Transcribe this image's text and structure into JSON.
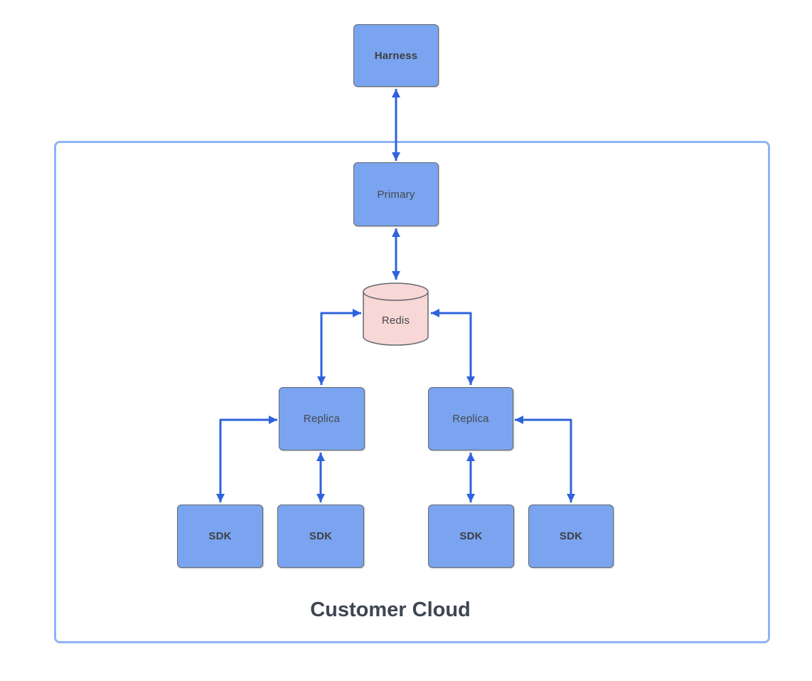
{
  "diagram": {
    "type": "architecture-flow",
    "container": {
      "label": "Customer Cloud"
    },
    "nodes": {
      "harness": {
        "label": "Harness",
        "shape": "rectangle",
        "emphasis": "bold"
      },
      "primary": {
        "label": "Primary",
        "shape": "rectangle",
        "emphasis": "regular"
      },
      "redis": {
        "label": "Redis",
        "shape": "database-cylinder",
        "emphasis": "regular"
      },
      "replica_left": {
        "label": "Replica",
        "shape": "rectangle",
        "emphasis": "regular"
      },
      "replica_right": {
        "label": "Replica",
        "shape": "rectangle",
        "emphasis": "regular"
      },
      "sdk_1": {
        "label": "SDK",
        "shape": "rectangle",
        "emphasis": "bold"
      },
      "sdk_2": {
        "label": "SDK",
        "shape": "rectangle",
        "emphasis": "bold"
      },
      "sdk_3": {
        "label": "SDK",
        "shape": "rectangle",
        "emphasis": "bold"
      },
      "sdk_4": {
        "label": "SDK",
        "shape": "rectangle",
        "emphasis": "bold"
      }
    },
    "edges": [
      {
        "from": "Harness",
        "to": "Primary",
        "direction": "bidirectional",
        "route": "straight-vertical"
      },
      {
        "from": "Primary",
        "to": "Redis",
        "direction": "bidirectional",
        "route": "straight-vertical"
      },
      {
        "from": "Redis",
        "to": "Replica (left)",
        "direction": "bidirectional",
        "route": "elbow"
      },
      {
        "from": "Redis",
        "to": "Replica (right)",
        "direction": "bidirectional",
        "route": "elbow"
      },
      {
        "from": "Replica (left)",
        "to": "SDK 1",
        "direction": "bidirectional",
        "route": "elbow"
      },
      {
        "from": "Replica (left)",
        "to": "SDK 2",
        "direction": "bidirectional",
        "route": "straight-vertical"
      },
      {
        "from": "Replica (right)",
        "to": "SDK 3",
        "direction": "bidirectional",
        "route": "straight-vertical"
      },
      {
        "from": "Replica (right)",
        "to": "SDK 4",
        "direction": "bidirectional",
        "route": "elbow"
      }
    ],
    "colors": {
      "node_fill": "#7aa4ef",
      "node_border": "#63696f",
      "node_text": "#45494e",
      "redis_fill": "#f8d7d7",
      "connector": "#2e63dd",
      "container_border": "#8fb4f5",
      "container_label": "#3f4651",
      "background": "#ffffff"
    }
  }
}
